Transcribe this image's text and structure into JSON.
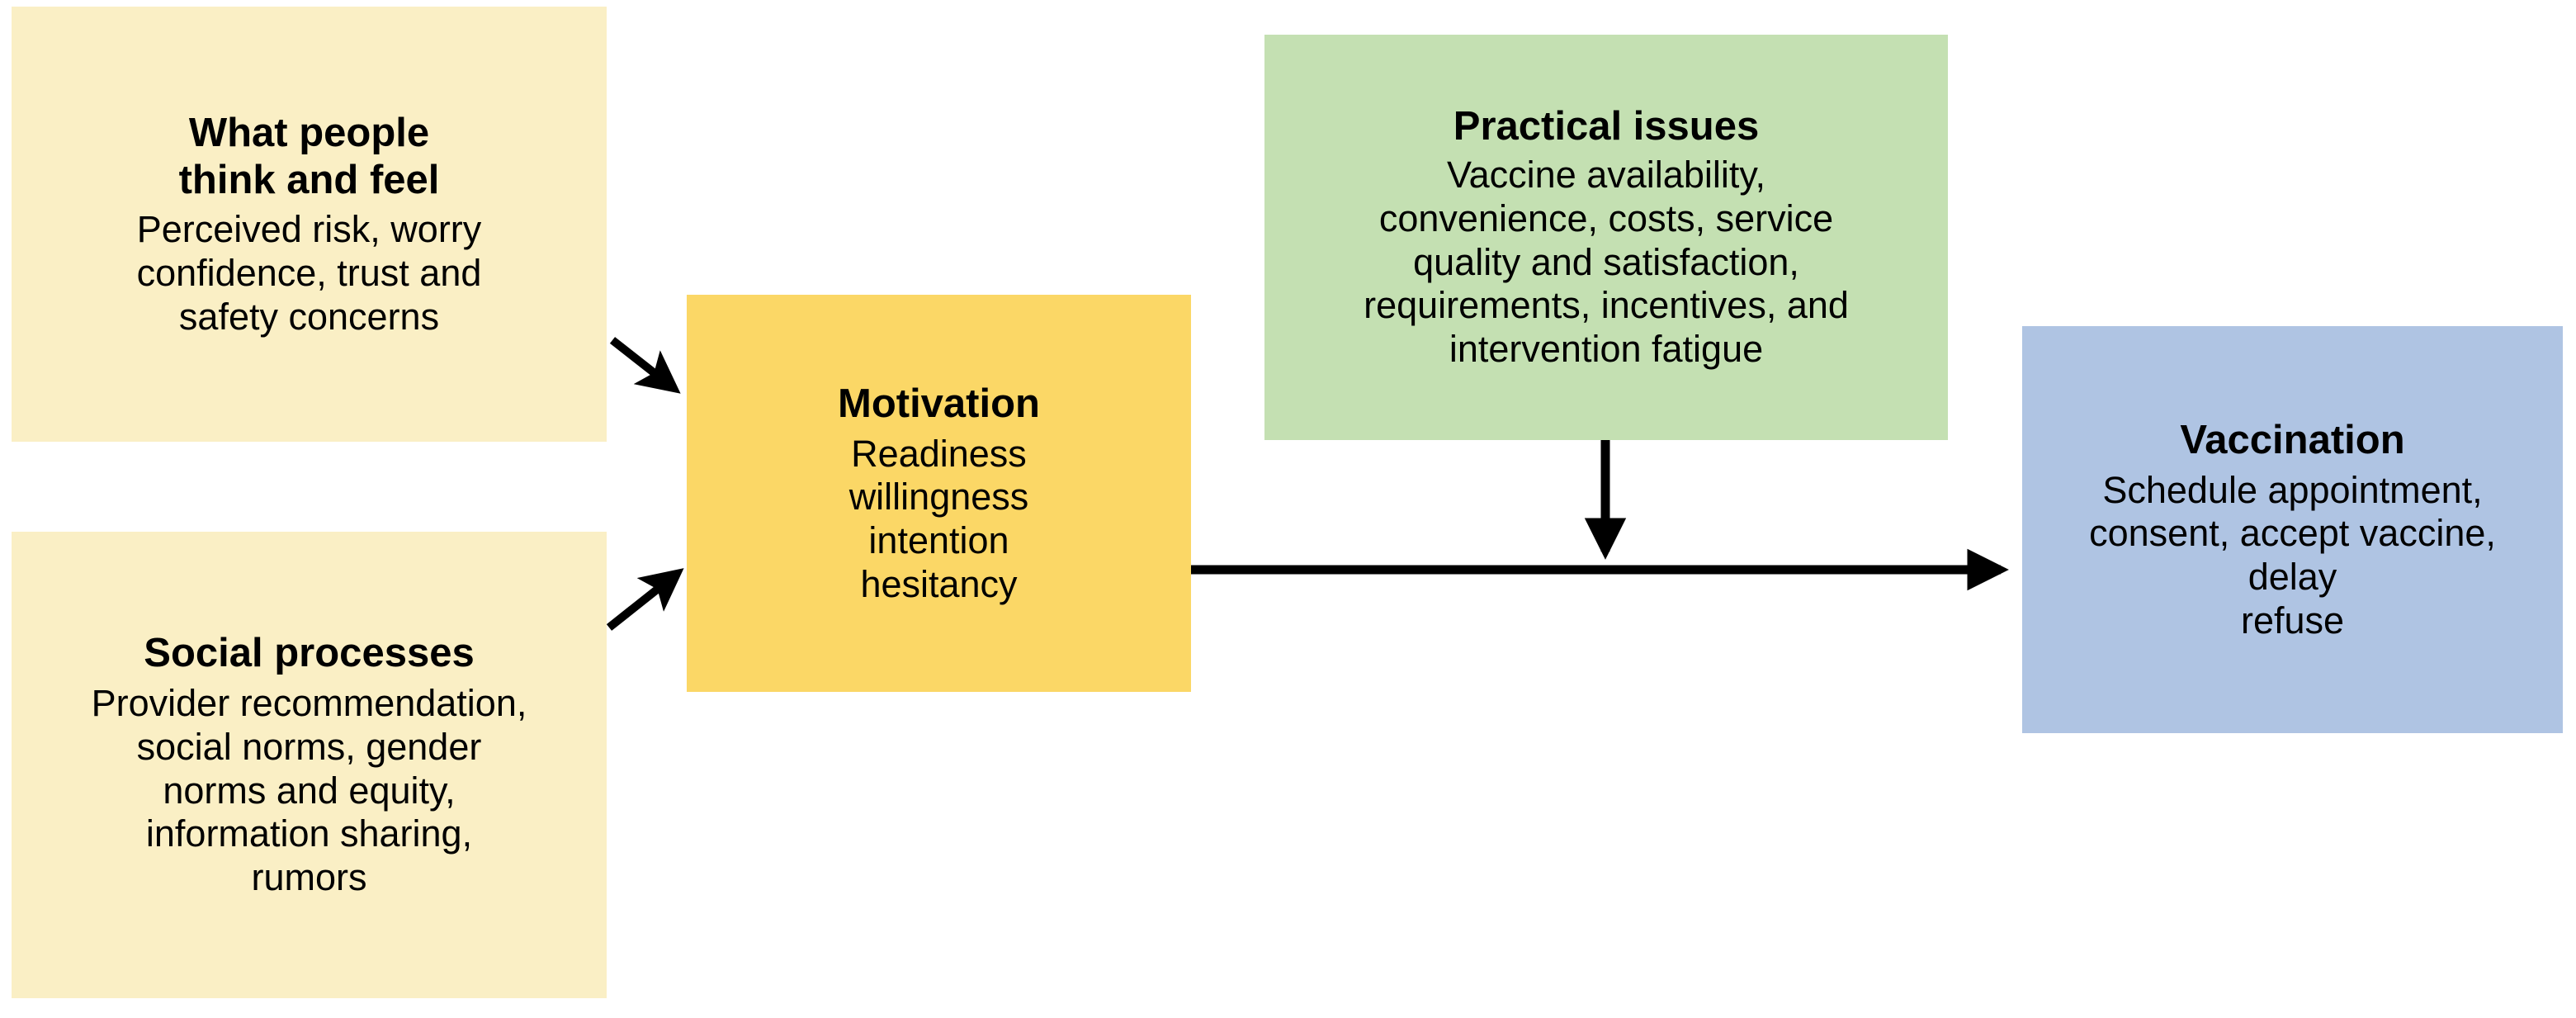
{
  "diagram": {
    "title_semantic": "behavioural-and-social-drivers-of-vaccination",
    "background_color": "#ffffff",
    "nodes": [
      {
        "id": "think-feel",
        "title": "What people\nthink and feel",
        "body": "Perceived risk, worry\nconfidence, trust and\nsafety concerns",
        "color": "#FAEFC5"
      },
      {
        "id": "social-processes",
        "title": "Social processes",
        "body": "Provider recommendation,\nsocial norms, gender\nnorms and equity,\ninformation sharing,\nrumors",
        "color": "#FAEFC5"
      },
      {
        "id": "motivation",
        "title": "Motivation",
        "body": "Readiness\nwillingness\nintention\nhesitancy",
        "color": "#FBD766"
      },
      {
        "id": "practical-issues",
        "title": "Practical issues",
        "body": "Vaccine availability,\nconvenience, costs, service\nquality and satisfaction,\nrequirements, incentives, and\nintervention fatigue",
        "color": "#C4E0B2"
      },
      {
        "id": "vaccination",
        "title": "Vaccination",
        "body": "Schedule appointment,\nconsent, accept vaccine,\ndelay\nrefuse",
        "color": "#AFC4E3"
      }
    ],
    "connectors": [
      {
        "id": "think-feel-to-motivation",
        "from": "think-feel",
        "to": "motivation",
        "style": "solid-arrow",
        "direction": "diagonal-down-right"
      },
      {
        "id": "social-processes-to-motivation",
        "from": "social-processes",
        "to": "motivation",
        "style": "solid-arrow",
        "direction": "diagonal-up-right"
      },
      {
        "id": "motivation-to-vaccination",
        "from": "motivation",
        "to": "vaccination",
        "style": "solid-arrow",
        "direction": "right"
      },
      {
        "id": "practical-issues-to-motivation-vaccination-path",
        "from": "practical-issues",
        "to": "motivation-to-vaccination",
        "style": "solid-arrow",
        "direction": "down"
      }
    ],
    "arrow_color": "#000000"
  }
}
